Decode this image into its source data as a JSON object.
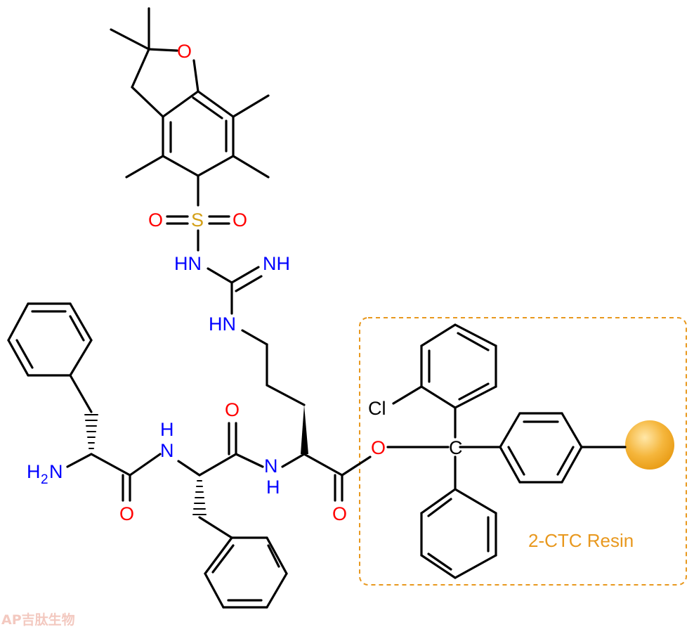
{
  "molecule": {
    "atom_labels": {
      "nh2_h": "H",
      "nh2_sub": "2",
      "nh2_n": "N",
      "amide1_o": "O",
      "amide1_n": "N",
      "amide1_h": "H",
      "amide2_o": "O",
      "amide2_n": "N",
      "amide2_h": "H",
      "ester_o_carbonyl": "O",
      "ester_o": "O",
      "guan_hn_lower": "HN",
      "guan_nh": "NH",
      "guan_hn_upper": "HN",
      "sulfonyl_s": "S",
      "sulfonyl_o_left": "O",
      "sulfonyl_o_right": "O",
      "ring_o": "O",
      "chloro": "Cl",
      "trityl_c": "C"
    }
  },
  "resin": {
    "label": "2-CTC Resin",
    "accent_color": "#E8981E"
  },
  "colors": {
    "nitrogen": "#0000FF",
    "oxygen": "#FF0000",
    "sulfur": "#D4A017",
    "bond": "#000000",
    "watermark": "#F3C9C0"
  },
  "watermark": {
    "text": "AP吉肽生物"
  }
}
